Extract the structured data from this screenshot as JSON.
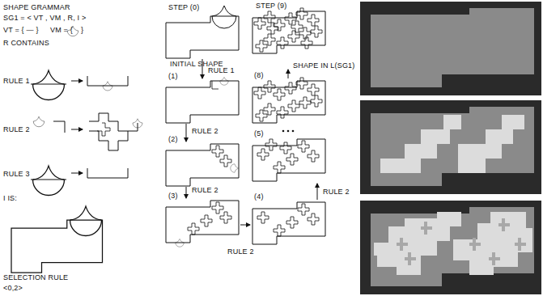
{
  "diagram": {
    "title": "SHAPE GRAMMAR",
    "labels": [
      "SG1 = < VT , VM , R, I >",
      "VT = { — }",
      "VM = {",
      "}",
      "R CONTAINS",
      "RULE 1",
      "RULE 2",
      "RULE 3",
      "I IS:",
      "SELECTION RULE",
      "<0,2>",
      "STEP (0)",
      "INITIAL SHAPE",
      "RULE 1",
      "(1)",
      "RULE 2",
      "(2)",
      "RULE 2",
      "(3)",
      "RULE 2",
      "(4)",
      "RULE 2",
      "(5)",
      "(8)",
      "STEP (9)",
      "SHAPE IN L(SG1)"
    ]
  }
}
